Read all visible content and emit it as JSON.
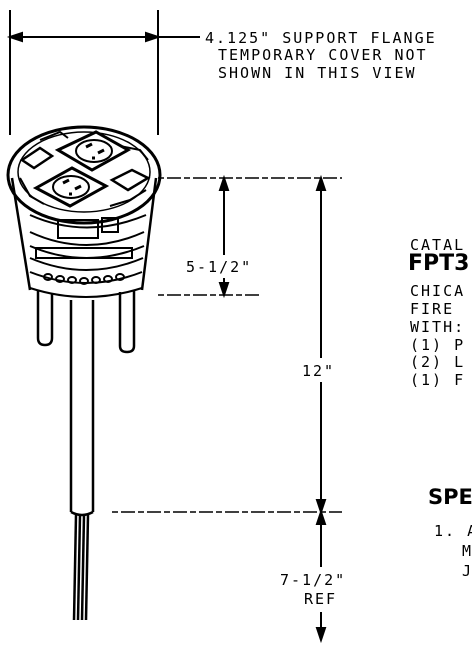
{
  "dimensions": {
    "flange": "4.125\" SUPPORT FLANGE",
    "body_height": "5-1/2\"",
    "overall": "12\"",
    "ref_top": "7-1/2\"",
    "ref_bottom": "REF"
  },
  "notes": {
    "line1": "TEMPORARY COVER NOT",
    "line2": "SHOWN IN THIS VIEW"
  },
  "catalog": {
    "label": "CATAL",
    "number": "FPT3",
    "desc": [
      "CHICA",
      "FIRE",
      "WITH:",
      "(1) P",
      "(2) L",
      "(1) F"
    ]
  },
  "specs": {
    "title": "SPE",
    "lines": [
      "1. A",
      "M",
      "J"
    ]
  },
  "colors": {
    "ink": "#000000",
    "paper": "#ffffff"
  }
}
